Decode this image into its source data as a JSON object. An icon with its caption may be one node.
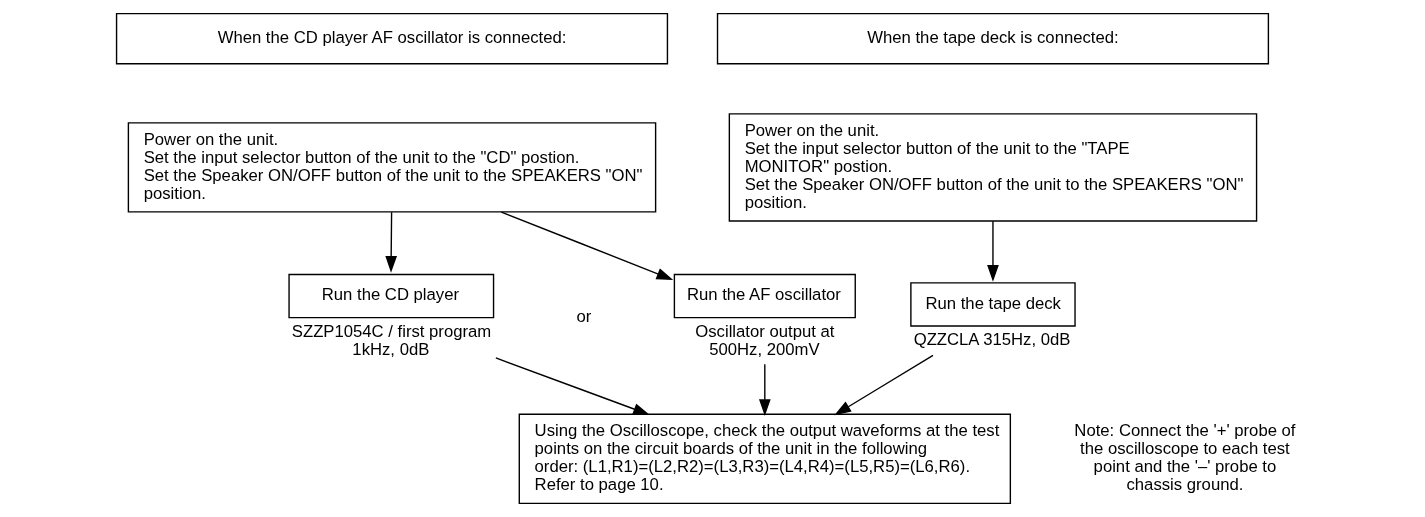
{
  "diagram": {
    "nodes": [
      {
        "text": [
          "When the CD player AF oscillator is connected:"
        ]
      },
      {
        "text": [
          "When the tape deck is connected:"
        ]
      },
      {
        "text": [
          "Power on the unit.",
          "Set the input selector button of the unit to the \"CD\" postion.",
          "Set the Speaker ON/OFF button of the unit to the SPEAKERS \"ON\" position."
        ]
      },
      {
        "text": [
          "Run the CD player"
        ],
        "beside": [
          "SZZP1054C / first program 1kHz, 0dB"
        ]
      },
      {
        "text": [
          "Run the AF oscillator"
        ],
        "beside": [
          "Oscillator output at 500Hz, 200mV"
        ]
      },
      {
        "text": [
          "Power on the unit.",
          "Set the input selector button of the unit to the \"TAPE MONITOR\" postion.",
          "Set the Speaker ON/OFF button of the unit to the SPEAKERS \"ON\" position."
        ]
      },
      {
        "text": [
          "Run the tape deck"
        ],
        "beside": [
          "QZZCLA 315Hz, 0dB"
        ]
      },
      {
        "text": [
          "Using the Oscilloscope, check the output waveforms at the test points on the circuit boards of the unit in the following order: (L1,R1)=(L2,R2)=(L3,R3)=(L4,R4)=(L5,R5)=(L6,R6).",
          "Refer to page 10."
        ]
      }
    ],
    "edges": [
      {
        "from": 2,
        "to": 3,
        "arrow": "to"
      },
      {
        "from": 2,
        "to": 4,
        "arrow": "to"
      },
      {
        "from": 5,
        "to": 6,
        "arrow": "to"
      },
      {
        "from": 3,
        "to": 7,
        "arrow": "to"
      },
      {
        "from": 4,
        "to": 7,
        "arrow": "to"
      },
      {
        "from": 6,
        "to": 7,
        "arrow": "to"
      }
    ],
    "labels": [
      "or",
      "Note: Connect the '+' probe of the oscilloscope to each test point and the '–' probe to chassis ground."
    ]
  }
}
